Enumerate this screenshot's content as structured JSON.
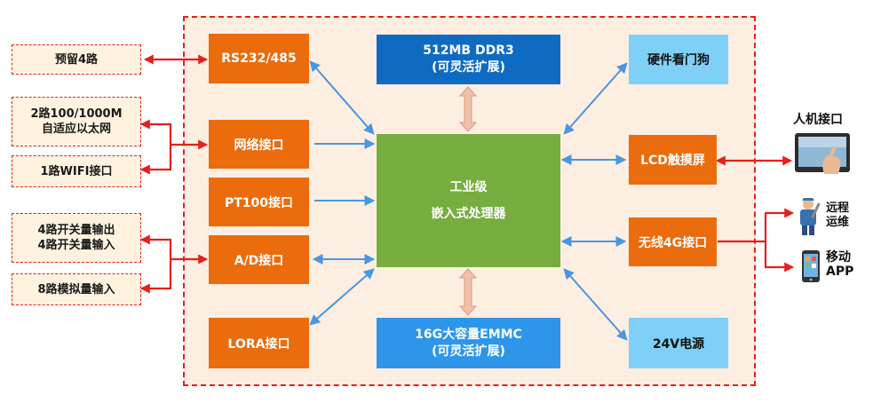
{
  "left_boxes": [
    {
      "id": "reserve",
      "text": "预留4路"
    },
    {
      "id": "eth",
      "text": "2路100/1000M\n自适应以太网"
    },
    {
      "id": "wifi",
      "text": "1路WIFI接口"
    },
    {
      "id": "switch",
      "text": "4路开关量输出\n4路开关量输入"
    },
    {
      "id": "analog",
      "text": "8路模拟量输入"
    }
  ],
  "modules": {
    "rs232": "RS232/485",
    "network": "网络接口",
    "pt100": "PT100接口",
    "ad": "A/D接口",
    "lora": "LORA接口",
    "ddr_line1": "512MB DDR3",
    "ddr_line2": "(可灵活扩展)",
    "emmc_line1": "16G大容量EMMC",
    "emmc_line2": "(可灵活扩展)",
    "cpu_line1": "工业级",
    "cpu_line2": "嵌入式处理器",
    "watchdog": "硬件看门狗",
    "lcd": "LCD触摸屏",
    "wireless": "无线4G接口",
    "power": "24V电源"
  },
  "right_labels": {
    "hmi": "人机接口",
    "remote_line1": "远程",
    "remote_line2": "运维",
    "mobile_line1": "移动",
    "mobile_line2": "APP"
  },
  "colors": {
    "orange": "#ea6c0c",
    "dark_blue": "#0f6bc1",
    "mid_blue": "#2d96ea",
    "light_blue": "#7fd0f6",
    "green": "#77ad3f",
    "red": "#e2211c",
    "arrow_blue": "#4a96e0"
  }
}
